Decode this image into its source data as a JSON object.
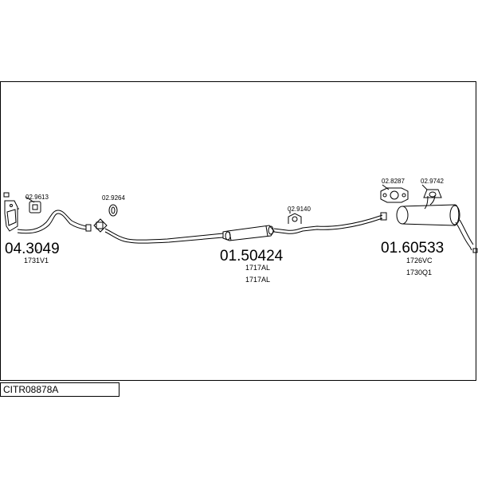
{
  "title": "CITR08878A",
  "parts": [
    {
      "number": "04.3049",
      "refs": [
        "1731V1"
      ]
    },
    {
      "number": "01.50424",
      "refs": [
        "1717AL",
        "1717AL"
      ]
    },
    {
      "number": "01.60533",
      "refs": [
        "1726VC",
        "1730Q1"
      ]
    }
  ],
  "fittings": [
    "02.9613",
    "02.9264",
    "02.9140",
    "02.8287",
    "02.9742"
  ]
}
